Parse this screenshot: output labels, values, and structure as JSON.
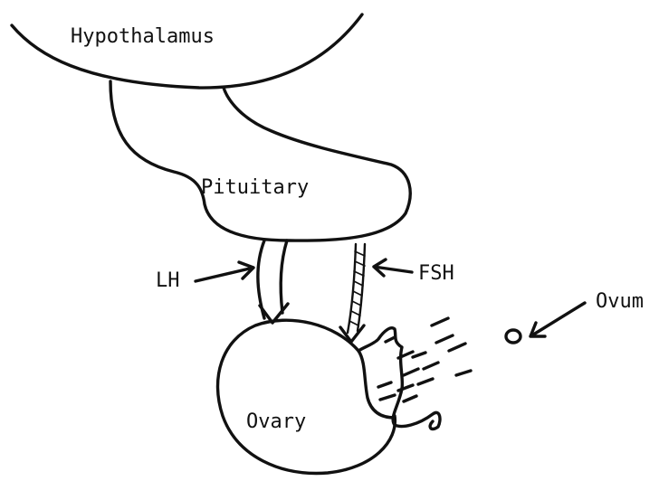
{
  "labels": {
    "hypothalamus": "Hypothalamus",
    "pituitary": "Pituitary",
    "lh": "LH",
    "fsh": "FSH",
    "ovum": "Ovum",
    "ovary": "Ovary"
  },
  "ink_color": "#111111",
  "background_color": "#ffffff"
}
